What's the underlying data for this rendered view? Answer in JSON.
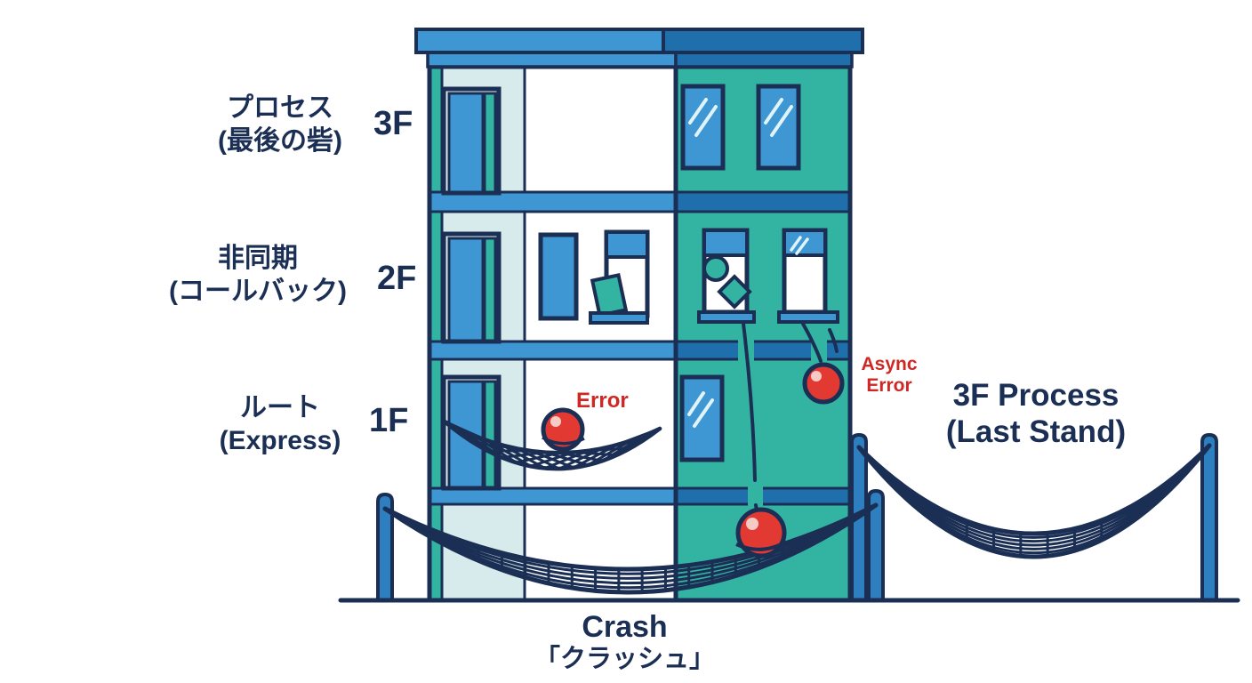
{
  "colors": {
    "navy": "#1b2f55",
    "light_blue": "#3e97d3",
    "dark_blue": "#1f6fad",
    "post_blue": "#2e7fc0",
    "teal": "#33b4a3",
    "pale": "#d8ebec",
    "red": "#e23a33",
    "red_text": "#cf2824",
    "shine": "#dff3f8"
  },
  "floor_labels": [
    {
      "line1": "プロセス",
      "line2": "(最後の砦)",
      "floor": "3F"
    },
    {
      "line1": "非同期",
      "line2": "(コールバック)",
      "floor": "2F"
    },
    {
      "line1": "ルート",
      "line2": "(Express)",
      "floor": "1F"
    }
  ],
  "annotations": {
    "error_label": "Error",
    "async_error": {
      "line1": "Async",
      "line2": "Error"
    },
    "process_net": {
      "line1": "3F Process",
      "line2": "(Last Stand)"
    },
    "crash": {
      "en": "Crash",
      "jp": "「クラッシュ」"
    }
  }
}
